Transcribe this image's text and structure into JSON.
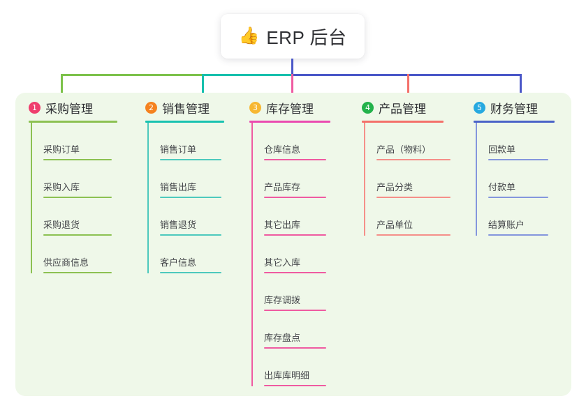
{
  "root": {
    "icon": "thumbs-up-icon",
    "emoji": "👍",
    "title": "ERP 后台"
  },
  "palette": {
    "panel_bg": "#eff8e9",
    "page_bg": "#ffffff",
    "root_stem": "#4a57c8",
    "bus_green": "#7dc24b",
    "bus_teal": "#17c0ad",
    "bus_blue": "#4a57c8",
    "drop_pink": "#ef5ba1",
    "drop_salmon": "#f4706a"
  },
  "columns": [
    {
      "index": "1",
      "title": "采购管理",
      "badge_color": "#ef3e6d",
      "rule_color": "#8cc152",
      "leaf_color": "#8cc152",
      "items": [
        "采购订单",
        "采购入库",
        "采购退货",
        "供应商信息"
      ]
    },
    {
      "index": "2",
      "title": "销售管理",
      "badge_color": "#f5821f",
      "rule_color": "#19c2b0",
      "leaf_color": "#4dc9bd",
      "items": [
        "销售订单",
        "销售出库",
        "销售退货",
        "客户信息"
      ]
    },
    {
      "index": "3",
      "title": "库存管理",
      "badge_color": "#f7b731",
      "rule_color": "#ea4bb0",
      "leaf_color": "#ef5ba1",
      "items": [
        "仓库信息",
        "产品库存",
        "其它出库",
        "其它入库",
        "库存调拨",
        "库存盘点",
        "出库库明细"
      ]
    },
    {
      "index": "4",
      "title": "产品管理",
      "badge_color": "#23b24b",
      "rule_color": "#f4706a",
      "leaf_color": "#f58f89",
      "items": [
        "产品（物料）",
        "产品分类",
        "产品单位"
      ]
    },
    {
      "index": "5",
      "title": "财务管理",
      "badge_color": "#26a9e0",
      "rule_color": "#4a63c8",
      "leaf_color": "#8496dd",
      "items": [
        "回款单",
        "付款单",
        "结算账户"
      ]
    }
  ]
}
